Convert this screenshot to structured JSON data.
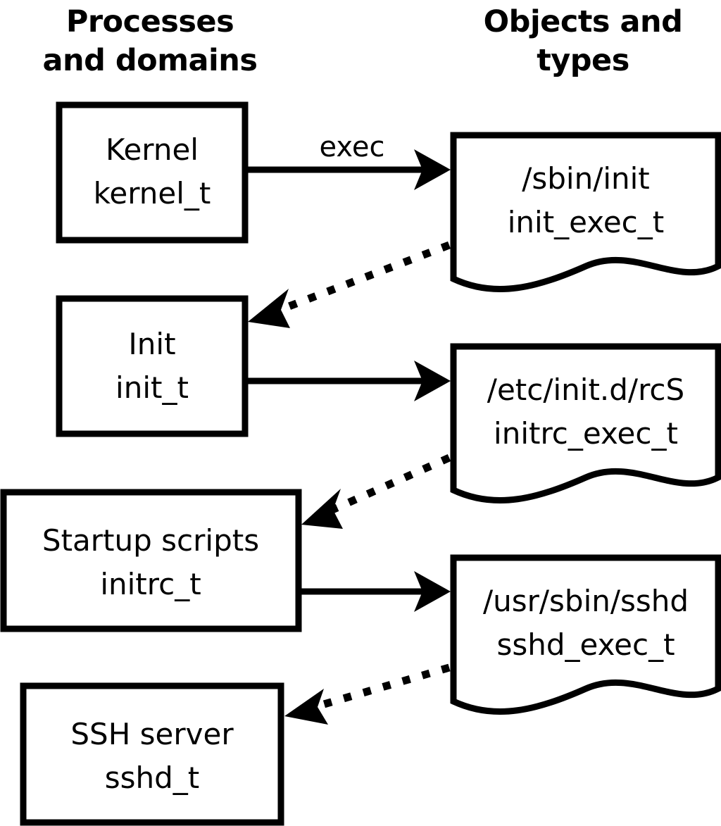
{
  "diagram": {
    "title": "SELinux process domains and object types transition diagram",
    "background_color": "#ffffff",
    "stroke_color": "#000000",
    "columns": [
      {
        "id": "processes",
        "line1": "Processes",
        "line2": "and domains"
      },
      {
        "id": "objects",
        "line1": "Objects and",
        "line2": "types"
      }
    ],
    "process_nodes": [
      {
        "id": "kernel",
        "line1": "Kernel",
        "line2": "kernel_t"
      },
      {
        "id": "init",
        "line1": "Init",
        "line2": "init_t"
      },
      {
        "id": "startup",
        "line1": "Startup scripts",
        "line2": "initrc_t"
      },
      {
        "id": "sshd",
        "line1": "SSH server",
        "line2": "sshd_t"
      }
    ],
    "object_nodes": [
      {
        "id": "init_exec",
        "line1": "/sbin/init",
        "line2": "init_exec_t"
      },
      {
        "id": "initrc_exec",
        "line1": "/etc/init.d/rcS",
        "line2": "initrc_exec_t"
      },
      {
        "id": "sshd_exec",
        "line1": "/usr/sbin/sshd",
        "line2": "sshd_exec_t"
      }
    ],
    "edges": [
      {
        "id": "kernel-exec-init",
        "from": "kernel",
        "to": "init_exec",
        "style": "solid",
        "label": "exec"
      },
      {
        "id": "initexec-transition-init",
        "from": "init_exec",
        "to": "init",
        "style": "dotted",
        "label": ""
      },
      {
        "id": "init-exec-initrc",
        "from": "init",
        "to": "initrc_exec",
        "style": "solid",
        "label": ""
      },
      {
        "id": "initrcexec-transition-startup",
        "from": "initrc_exec",
        "to": "startup",
        "style": "dotted",
        "label": ""
      },
      {
        "id": "startup-exec-sshd",
        "from": "startup",
        "to": "sshd_exec",
        "style": "solid",
        "label": ""
      },
      {
        "id": "sshdexec-transition-sshd",
        "from": "sshd_exec",
        "to": "sshd",
        "style": "dotted",
        "label": ""
      }
    ]
  }
}
